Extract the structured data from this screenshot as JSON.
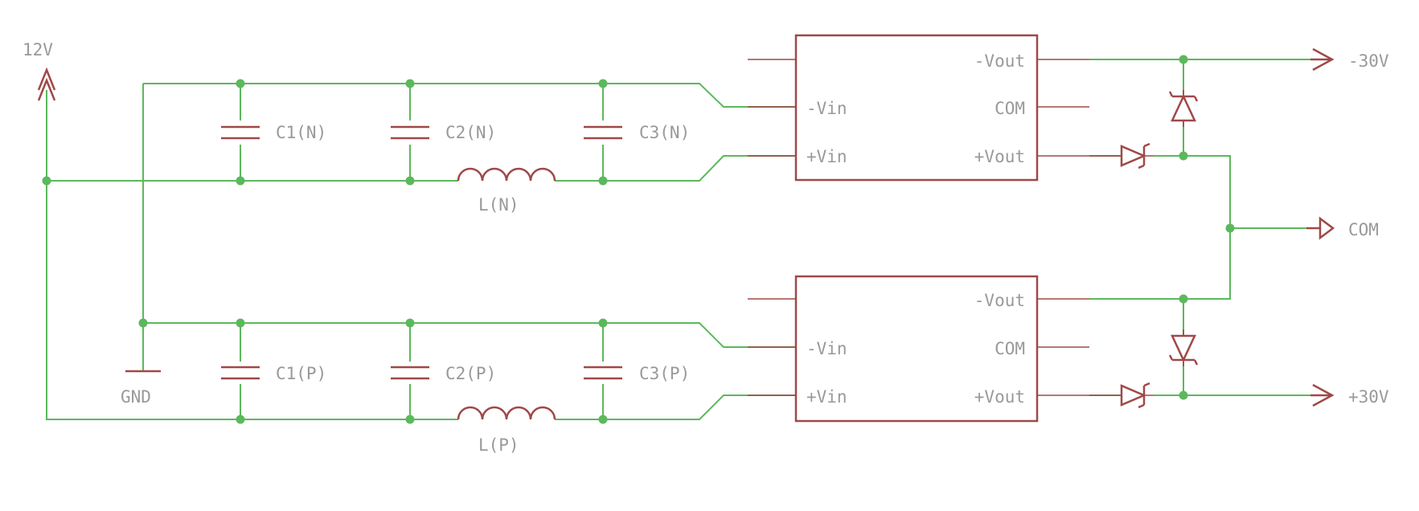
{
  "diagram": {
    "supply": {
      "input": "12V",
      "ground": "GND"
    },
    "components": {
      "neg": {
        "c1": "C1(N)",
        "c2": "C2(N)",
        "c3": "C3(N)",
        "l": "L(N)"
      },
      "pos": {
        "c1": "C1(P)",
        "c2": "C2(P)",
        "c3": "C3(P)",
        "l": "L(P)"
      }
    },
    "converter_pins": {
      "vin_neg": "-Vin",
      "vin_pos": "+Vin",
      "vout_neg": "-Vout",
      "com": "COM",
      "vout_pos": "+Vout"
    },
    "outputs": {
      "neg": "-30V",
      "com": "COM",
      "pos": "+30V"
    },
    "colors": {
      "wire": "#5cb85c",
      "part": "#a04848",
      "text": "#999999"
    }
  }
}
